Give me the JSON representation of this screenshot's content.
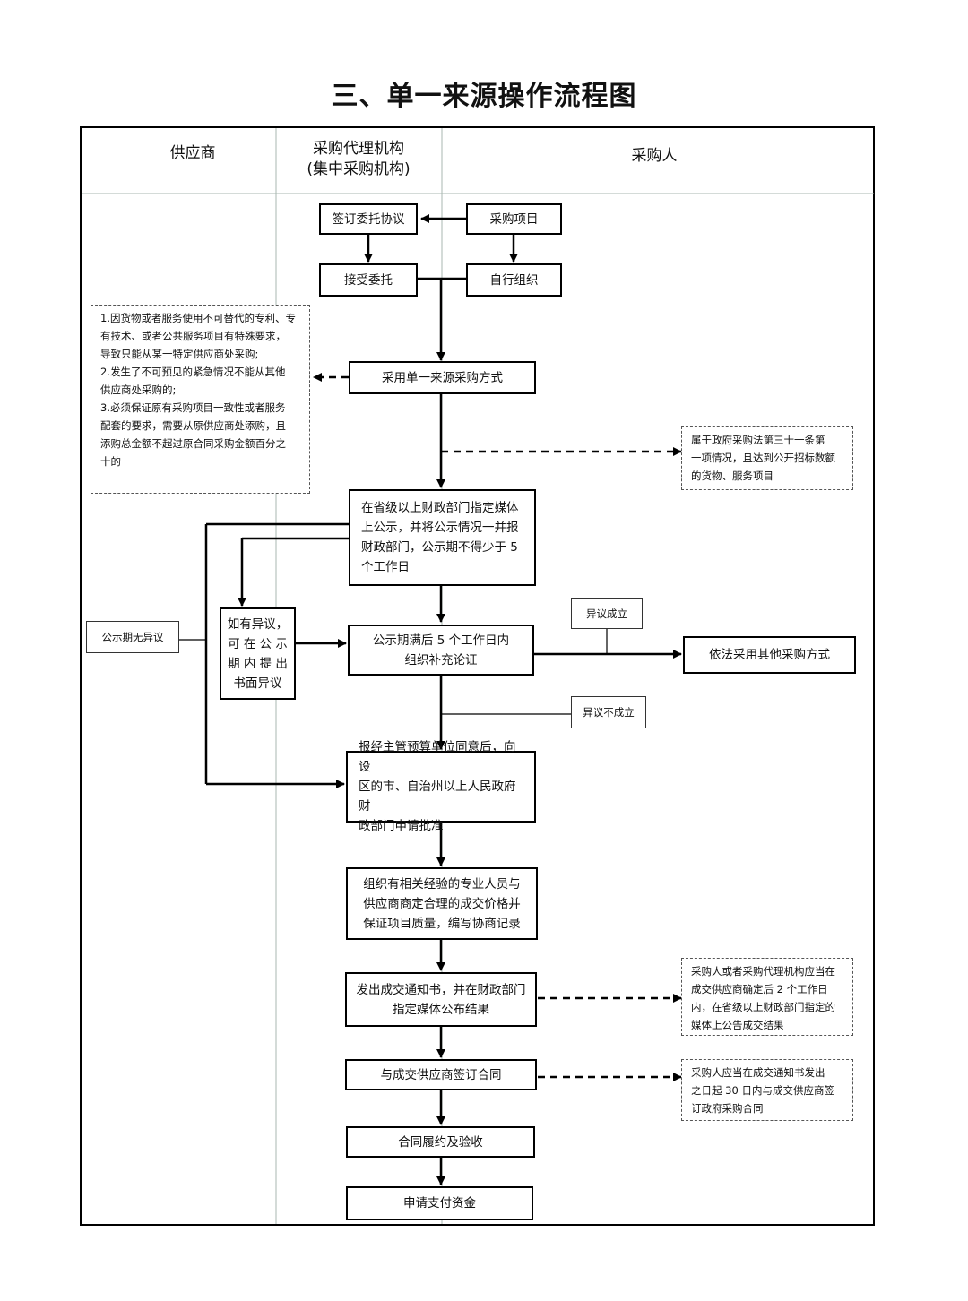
{
  "title": "三、单一来源操作流程图",
  "columns": {
    "supplier": "供应商",
    "agency_line1": "采购代理机构",
    "agency_line2": "(集中采购机构)",
    "purchaser": "采购人"
  },
  "nodes": {
    "sign_agreement": "签订委托协议",
    "purchase_project": "采购项目",
    "accept_entrust": "接受委托",
    "self_organize": "自行组织",
    "adopt_single_source": "采用单一来源采购方式",
    "publicize": [
      "在省级以上财政部门指定媒体",
      "上公示，并将公示情况一并报",
      "财政部门，公示期不得少于 5",
      "个工作日"
    ],
    "objection_submit": [
      "如有异议，",
      "可 在 公 示",
      "期 内 提 出",
      "书面异议"
    ],
    "no_objection": "公示期无异议",
    "organize_argument": [
      "公示期满后 5 个工作日内",
      "组织补充论证"
    ],
    "objection_valid": "异议成立",
    "other_method": "依法采用其他采购方式",
    "objection_invalid": "异议不成立",
    "apply_approval": [
      "报经主管预算单位同意后，向设",
      "区的市、自治州以上人民政府财",
      "政部门申请批准"
    ],
    "negotiate": [
      "组织有相关经验的专业人员与",
      "供应商商定合理的成交价格并",
      "保证项目质量，编写协商记录"
    ],
    "issue_notice": [
      "发出成交通知书，并在财政部门",
      "指定媒体公布结果"
    ],
    "sign_contract": "与成交供应商签订合同",
    "perform_accept": "合同履约及验收",
    "apply_payment": "申请支付资金"
  },
  "notes": {
    "conditions": [
      "1.因货物或者服务使用不可替代的专利、专",
      "有技术、或者公共服务项目有特殊要求，",
      "导致只能从某一特定供应商处采购;",
      "2.发生了不可预见的紧急情况不能从其他",
      "供应商处采购的;",
      "3.必须保证原有采购项目一致性或者服务",
      "配套的要求，需要从原供应商处添购，且",
      "添购总金额不超过原合同采购金额百分之",
      "十的"
    ],
    "public_bidding": [
      "属于政府采购法第三十一条第",
      "一项情况，且达到公开招标数额",
      "的货物、服务项目"
    ],
    "announce_result": [
      "采购人或者采购代理机构应当在",
      "成交供应商确定后 2 个工作日",
      "内，在省级以上财政部门指定的",
      "媒体上公告成交结果"
    ],
    "contract_deadline": [
      "采购人应当在成交通知书发出",
      "之日起 30 日内与成交供应商签",
      "订政府采购合同"
    ]
  }
}
